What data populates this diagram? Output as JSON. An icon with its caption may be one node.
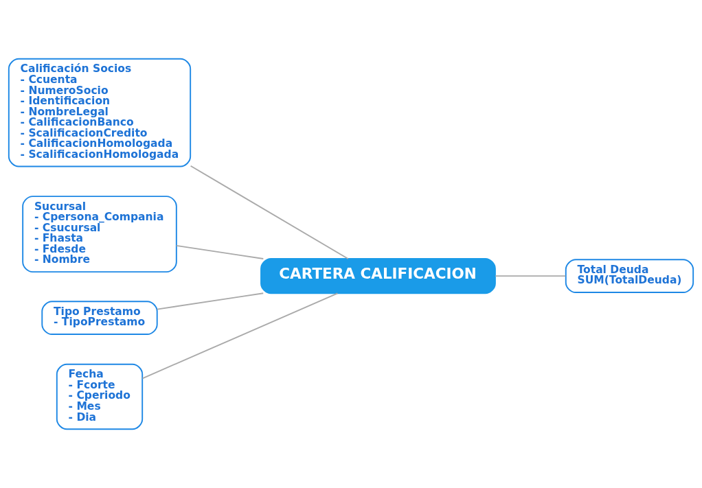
{
  "diagram": {
    "nodes": [
      {
        "text": [
          "CARTERA CALIFICACION"
        ]
      },
      {
        "text": [
          "Calificación Socios",
          "- Ccuenta",
          "- NumeroSocio",
          "- Identificacion",
          "- NombreLegal",
          "- CalificacionBanco",
          "- ScalificacionCredito",
          "- CalificacionHomologada",
          "- ScalificacionHomologada"
        ]
      },
      {
        "text": [
          "Sucursal",
          "- Cpersona_Compania",
          "- Csucursal",
          "- Fhasta",
          "- Fdesde",
          "- Nombre"
        ]
      },
      {
        "text": [
          "Tipo Prestamo",
          "- TipoPrestamo"
        ]
      },
      {
        "text": [
          "Fecha",
          "- Fcorte",
          "- Cperiodo",
          "- Mes",
          "- Dia"
        ]
      },
      {
        "text": [
          "Total Deuda",
          "SUM(TotalDeuda)"
        ]
      }
    ],
    "edges": [
      {
        "from": 1,
        "to": 0,
        "arrow": "none"
      },
      {
        "from": 2,
        "to": 0,
        "arrow": "none"
      },
      {
        "from": 3,
        "to": 0,
        "arrow": "none"
      },
      {
        "from": 4,
        "to": 0,
        "arrow": "none"
      },
      {
        "from": 0,
        "to": 5,
        "arrow": "none"
      }
    ]
  }
}
